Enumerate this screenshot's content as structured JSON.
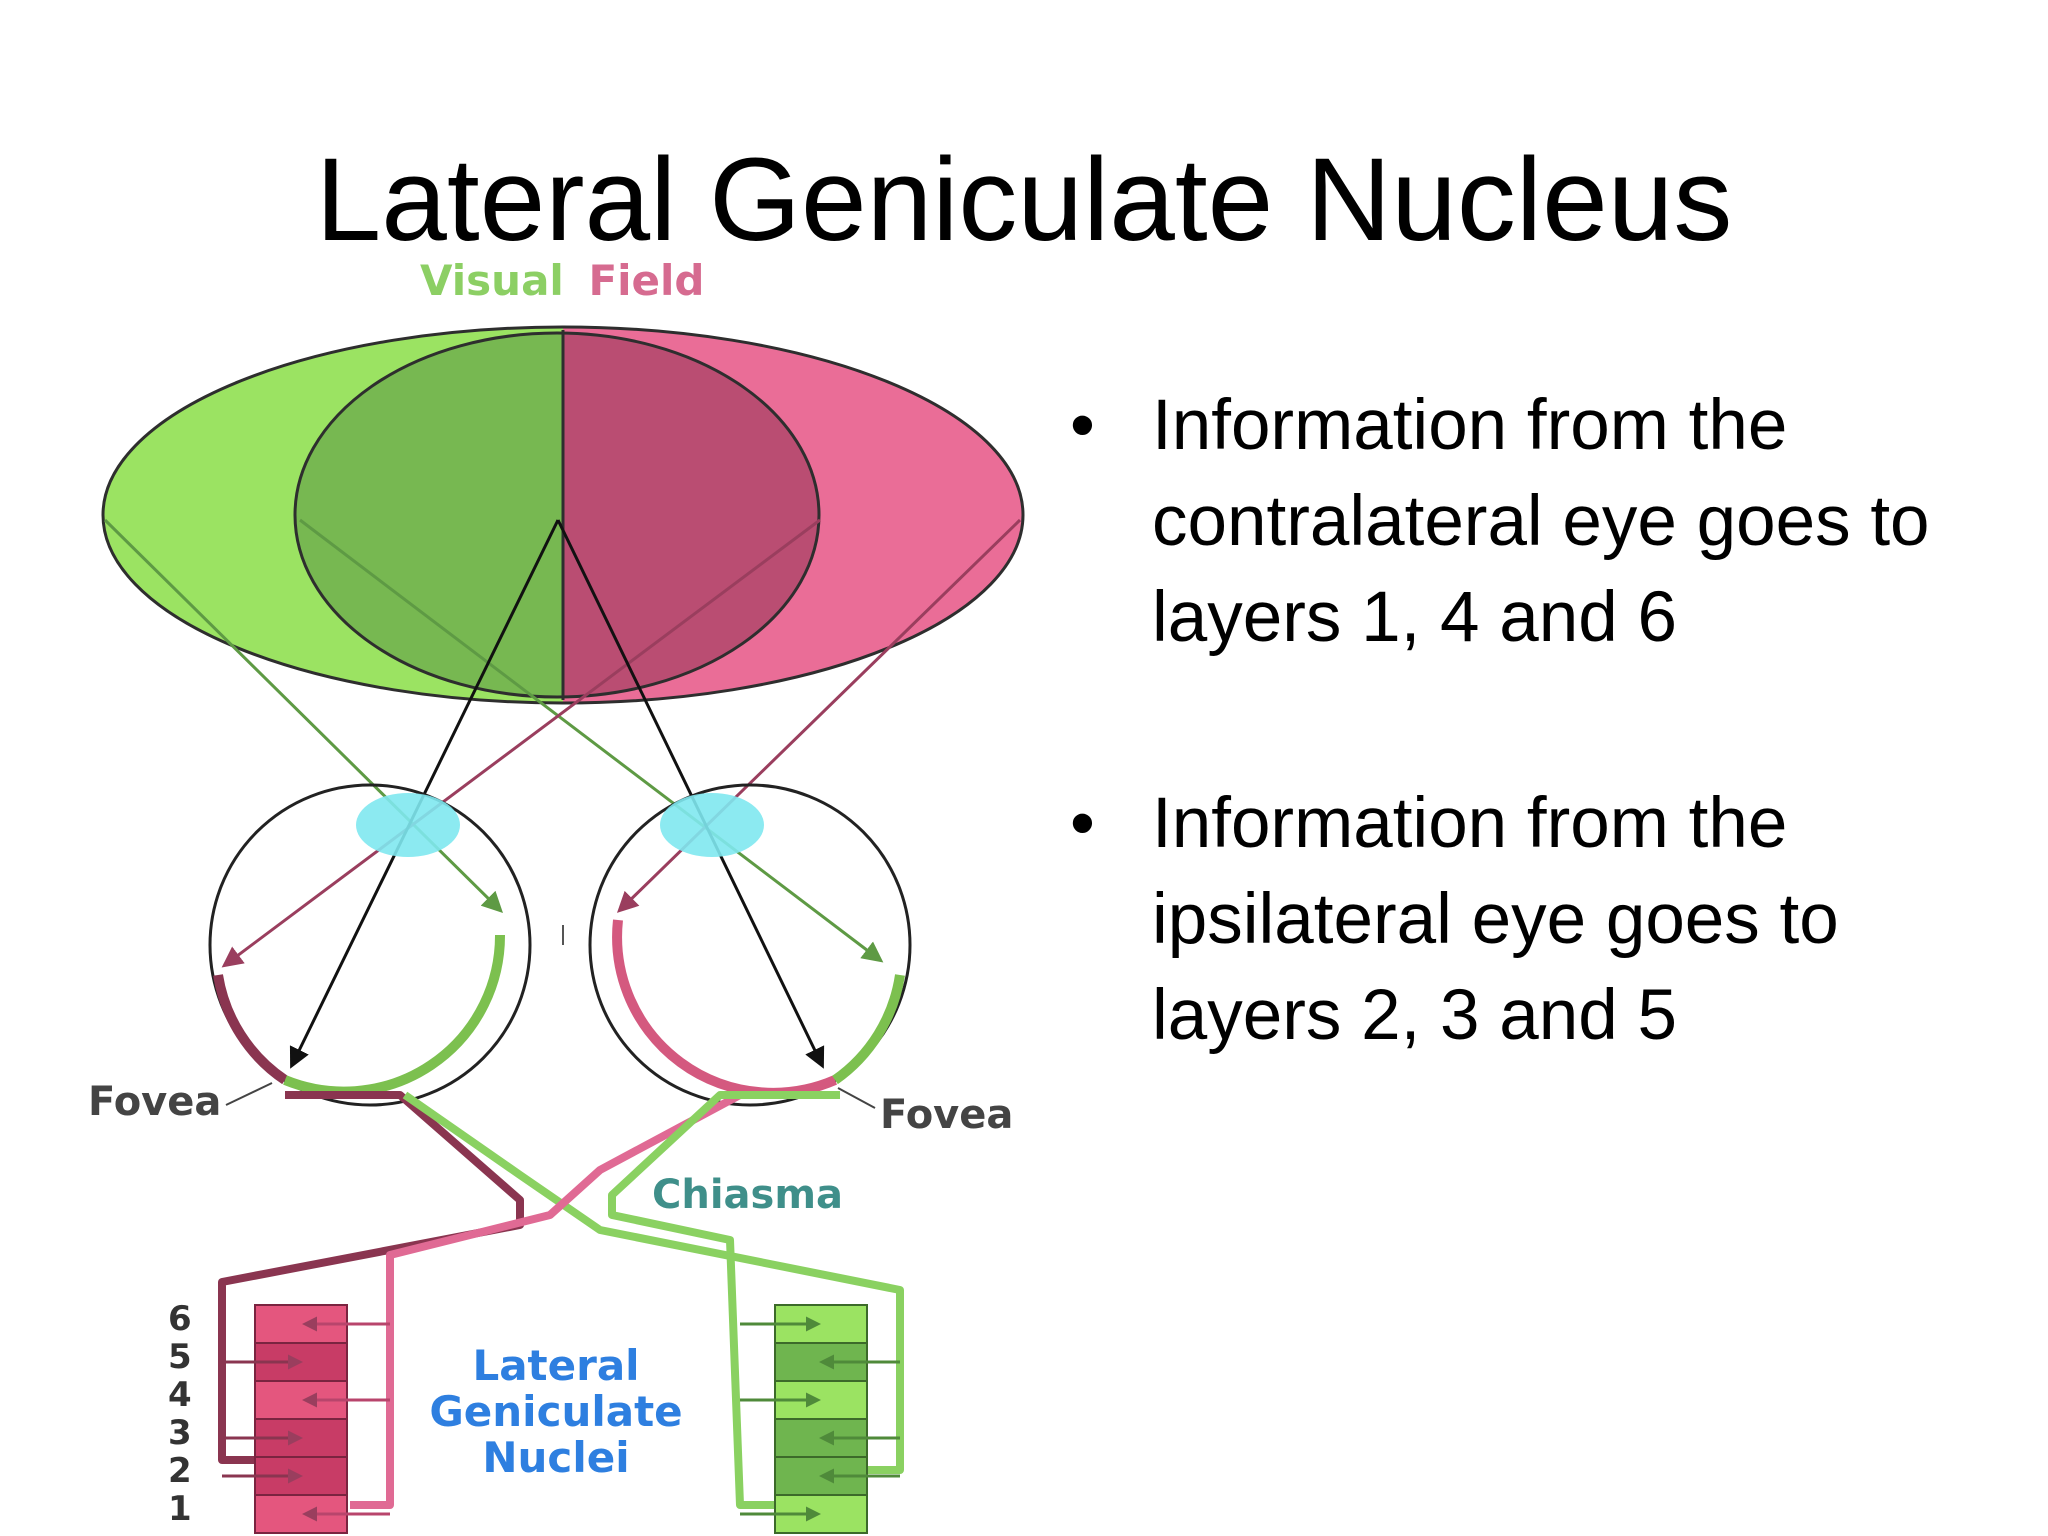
{
  "title": "Lateral Geniculate Nucleus",
  "diagram": {
    "visual_field_left": "Visual",
    "visual_field_right": "Field",
    "fovea_left": "Fovea",
    "fovea_right": "Fovea",
    "chiasma": "Chiasma",
    "lgn_line1": "Lateral",
    "lgn_line2": "Geniculate",
    "lgn_line3": "Nuclei",
    "layers": [
      "6",
      "5",
      "4",
      "3",
      "2",
      "1"
    ],
    "colors": {
      "green": "#9be362",
      "dark_green": "#6fb54f",
      "pink": "#ea6d97",
      "dark_pink": "#b8506f",
      "cyan": "#7fe8f0",
      "maroon": "#8a3550",
      "label_blue": "#2e7fe0",
      "chiasma_teal": "#3f8f8a"
    }
  },
  "bullets": [
    "Information from the contralateral eye goes to layers 1, 4 and 6",
    "Information from the ipsilateral eye goes to layers 2, 3 and 5"
  ]
}
